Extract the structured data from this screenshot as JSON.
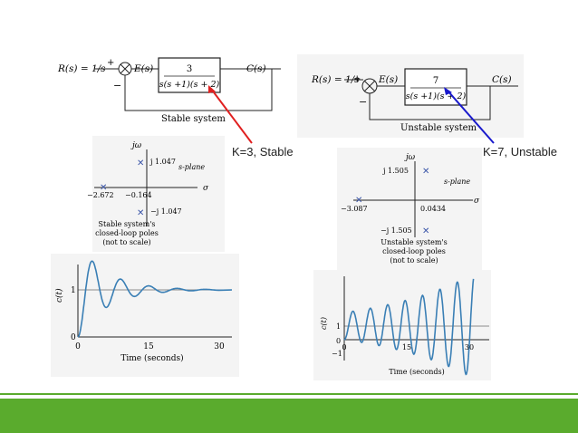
{
  "left": {
    "block": {
      "input_label": "R(s) = 1/s",
      "error_label": "E(s)",
      "output_label": "C(s)",
      "plus": "+",
      "minus": "−",
      "num": "3",
      "den": "s(s +1)(s + 2)",
      "caption": "Stable system"
    },
    "annotation": "K=3, Stable",
    "splane": {
      "jw": "jω",
      "sigma": "σ",
      "plane_label": "s-plane",
      "upper": "j 1.047",
      "lower": "−j 1.047",
      "left_val": "−2.672",
      "mid_val": "−0.164",
      "caption1": "Stable system's",
      "caption2": "closed-loop poles",
      "caption3": "(not to scale)"
    },
    "response": {
      "ylabel": "c(t)",
      "xlabel": "Time (seconds)",
      "yticks": [
        "0",
        "1"
      ],
      "xticks": [
        "0",
        "15",
        "30"
      ]
    }
  },
  "right": {
    "block": {
      "input_label": "R(s) = 1/s",
      "error_label": "E(s)",
      "output_label": "C(s)",
      "plus": "+",
      "minus": "−",
      "num": "7",
      "den": "s(s +1)(s + 2)",
      "caption": "Unstable system"
    },
    "annotation": "K=7, Unstable",
    "splane": {
      "jw": "jω",
      "sigma": "σ",
      "plane_label": "s-plane",
      "upper": "j 1.505",
      "lower": "−j 1.505",
      "left_val": "−3.087",
      "mid_val": "0.0434",
      "caption1": "Unstable system's",
      "caption2": "closed-loop poles",
      "caption3": "(not to scale)"
    },
    "response": {
      "ylabel": "c(t)",
      "xlabel": "Time (seconds)",
      "yticks": [
        "1",
        "0",
        "−1"
      ],
      "xticks": [
        "0",
        "15",
        "30"
      ]
    }
  },
  "colors": {
    "curve": "#3a7fb5",
    "red_arrow": "#e02020",
    "blue_arrow": "#1a1acc",
    "green_bar": "#5aab2d"
  }
}
